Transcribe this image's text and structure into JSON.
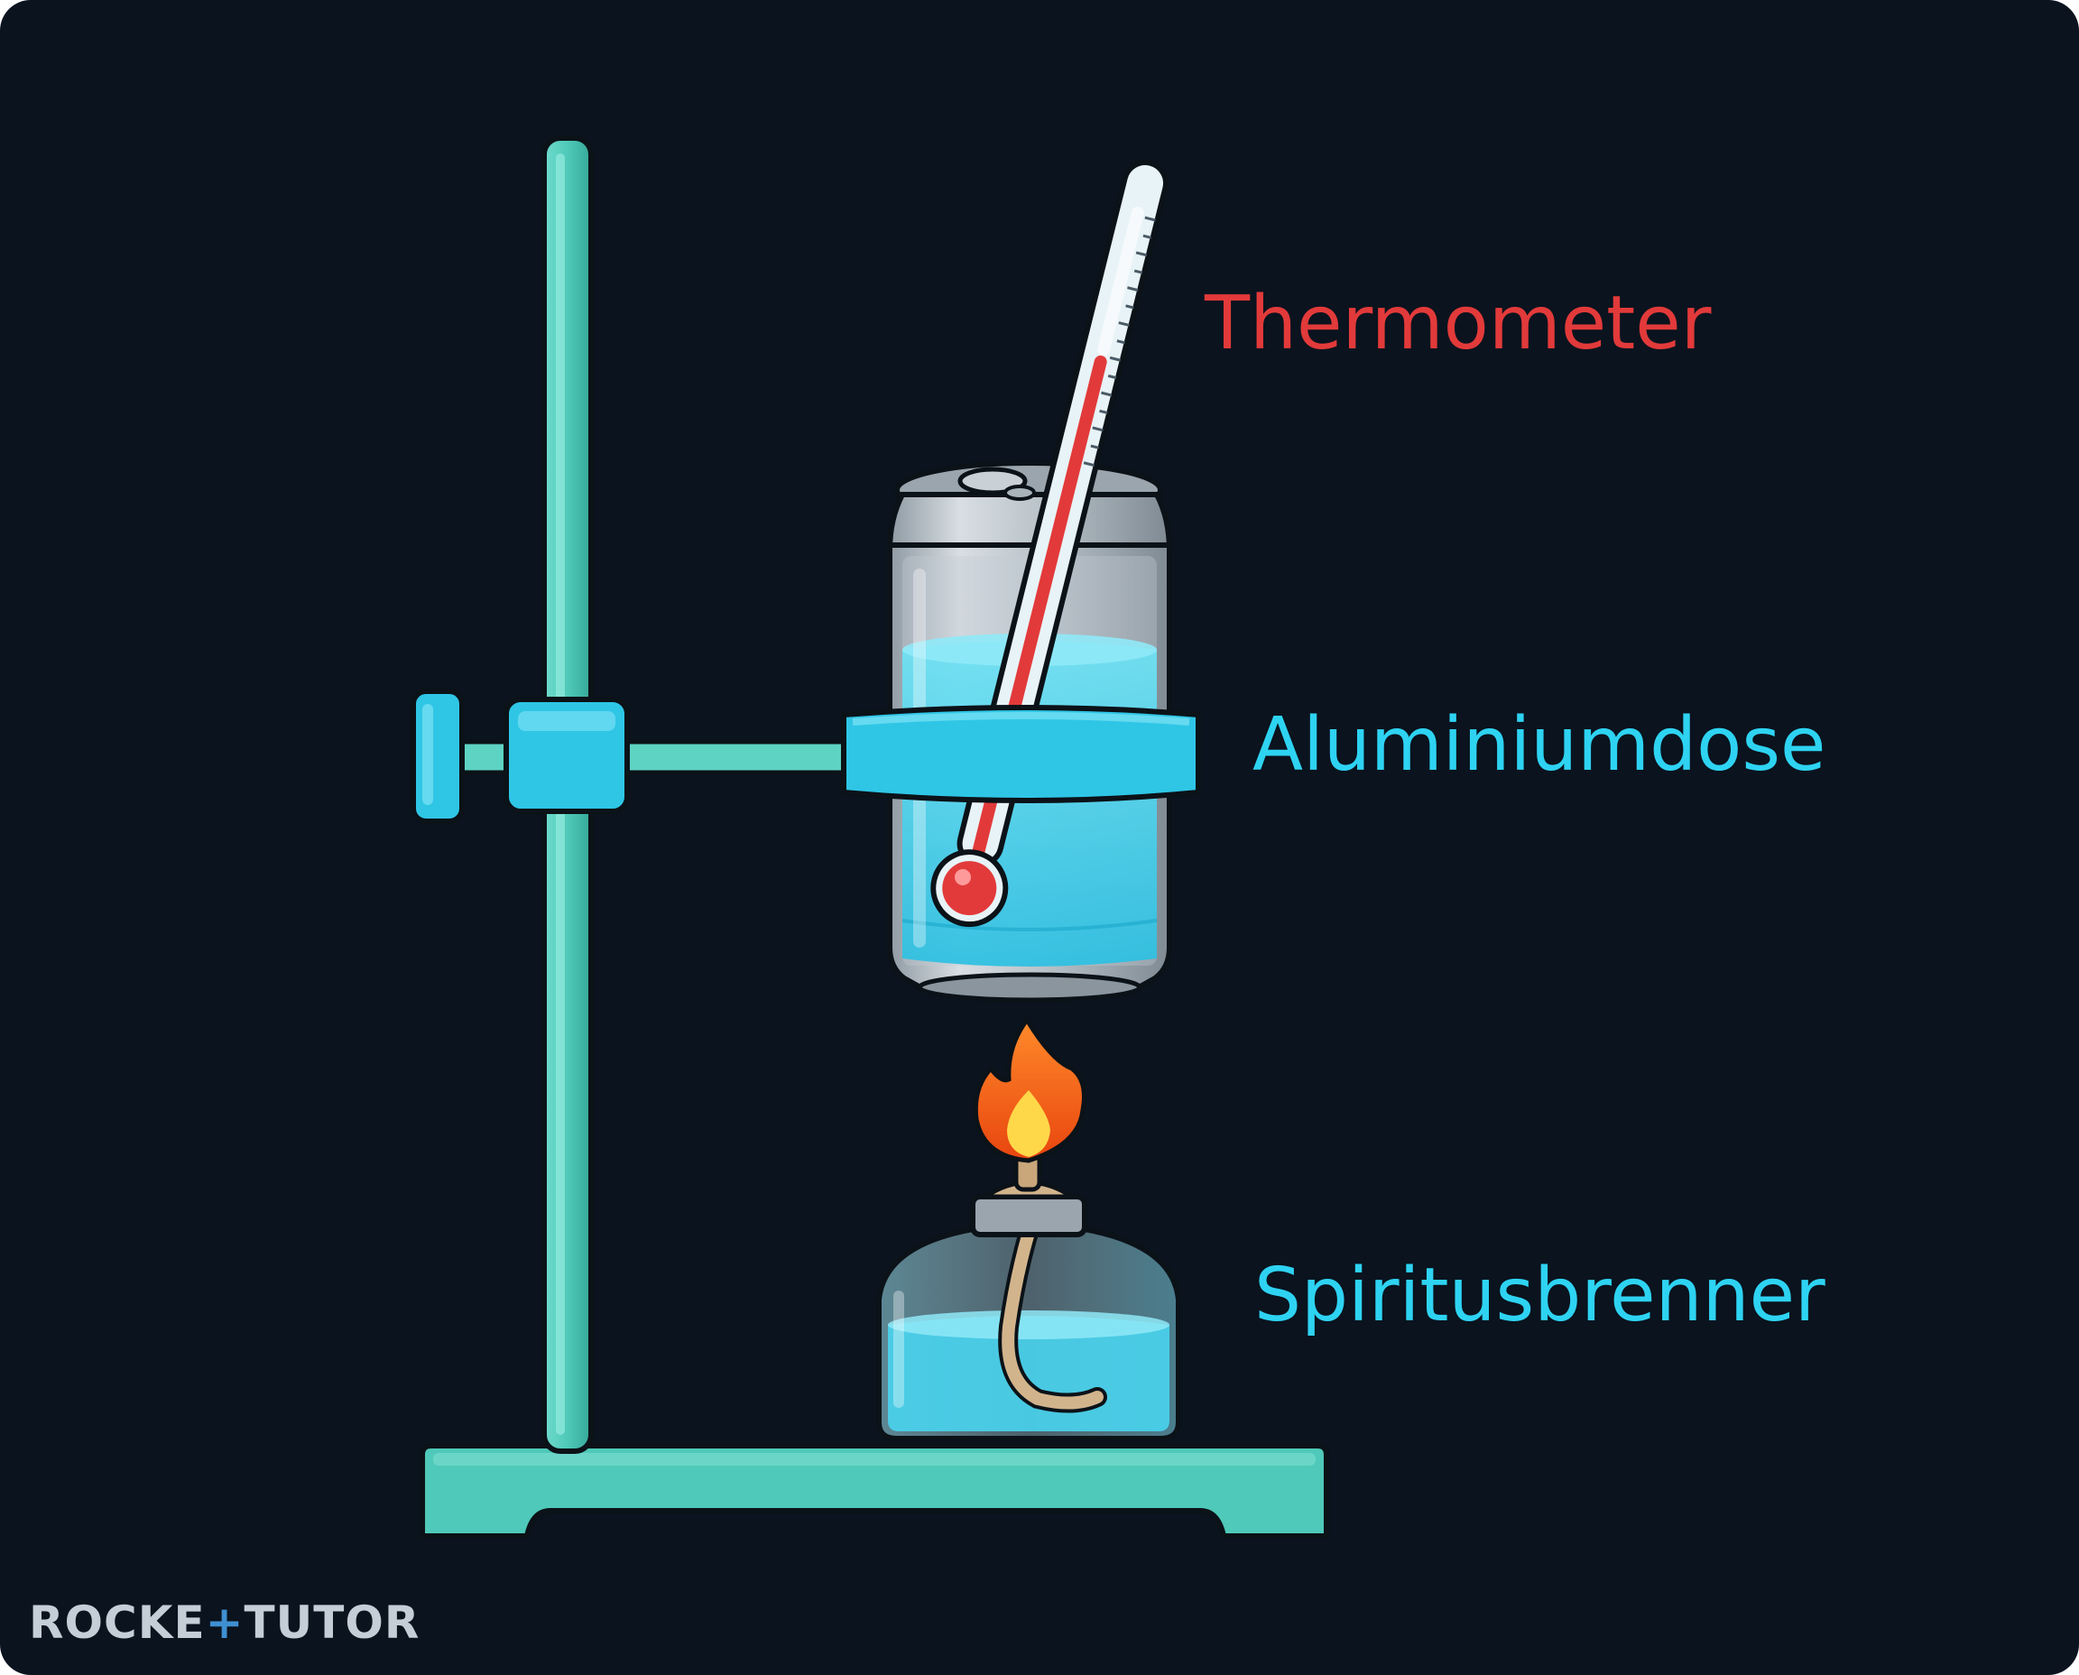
{
  "labels": {
    "thermometer": "Thermometer",
    "can": "Aluminiumdose",
    "burner": "Spiritusbrenner"
  },
  "logo": {
    "left": "ROCKE",
    "plus": "+",
    "right": "TUTOR"
  },
  "colors": {
    "background": "#0a131e",
    "thermometer_label": "#e23a3a",
    "can_label": "#2ed3f2",
    "burner_label": "#2ed3f2",
    "stand": "#4fc9b9",
    "clamp": "#2fc6e6",
    "water": "#49d4ee",
    "flame_outer": "#f0611a",
    "flame_inner": "#ffd84a",
    "logo": "#c5cdd6"
  }
}
